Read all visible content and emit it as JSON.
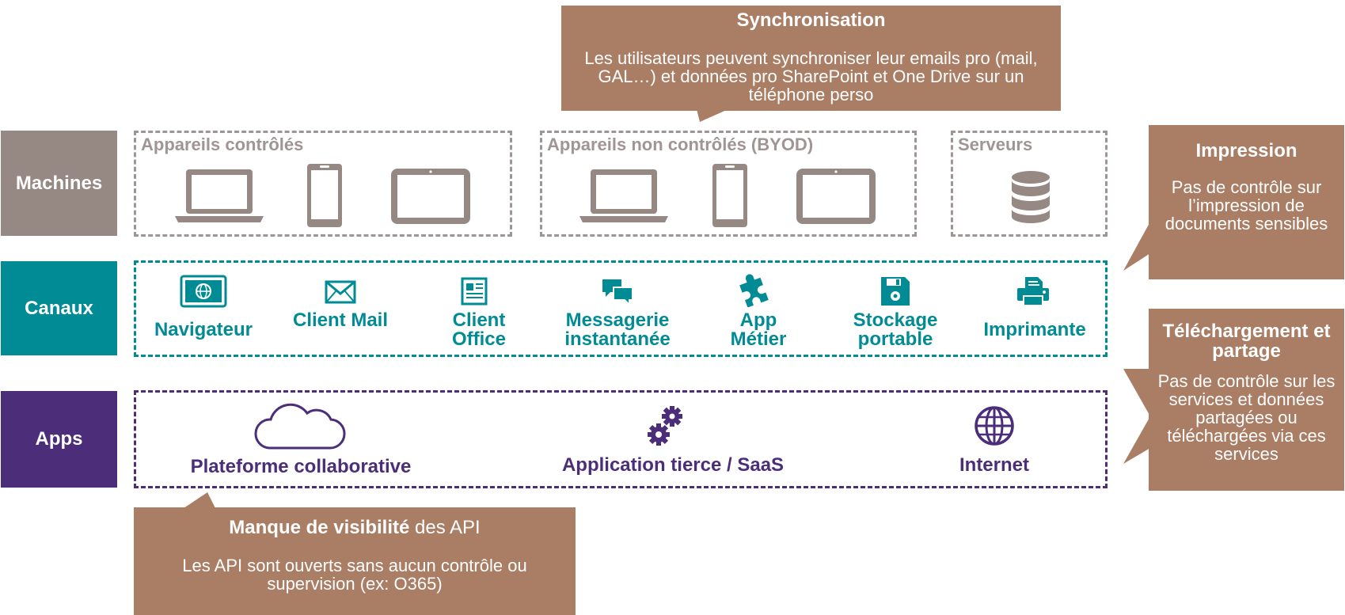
{
  "categories": {
    "machines": "Machines",
    "canaux": "Canaux",
    "apps": "Apps"
  },
  "machines": {
    "controlled": "Appareils contrôlés",
    "byod": "Appareils non contrôlés (BYOD)",
    "servers": "Serveurs"
  },
  "channels": [
    {
      "label": "Navigateur",
      "icon": "browser-icon"
    },
    {
      "label": "Client Mail",
      "icon": "mail-icon"
    },
    {
      "label": "Client\nOffice",
      "icon": "office-document-icon"
    },
    {
      "label": "Messagerie\ninstantanée",
      "icon": "chat-bubbles-icon"
    },
    {
      "label": "App\nMétier",
      "icon": "puzzle-icon"
    },
    {
      "label": "Stockage\nportable",
      "icon": "floppy-disk-icon"
    },
    {
      "label": "Imprimante",
      "icon": "printer-icon"
    }
  ],
  "apps": [
    {
      "label": "Plateforme collaborative",
      "icon": "cloud-icon"
    },
    {
      "label": "Application tierce / SaaS",
      "icon": "gears-icon"
    },
    {
      "label": "Internet",
      "icon": "globe-icon"
    }
  ],
  "callouts": {
    "sync": {
      "title": "Synchronisation",
      "text": "Les utilisateurs peuvent synchroniser leur emails pro (mail, GAL…) et données pro SharePoint et One Drive sur un téléphone perso"
    },
    "print": {
      "title": "Impression",
      "text": "Pas de contrôle sur l’impression de documents sensibles"
    },
    "download": {
      "title": "Téléchargement et partage",
      "text": "Pas de contrôle sur les services et données partagées ou téléchargées via ces services"
    },
    "api": {
      "title": "Manque de visibilité",
      "title_suffix": " des API",
      "text": "Les API sont ouverts sans aucun contrôle ou supervision (ex: O365)"
    }
  },
  "colors": {
    "machines": "#968882",
    "canaux": "#008b95",
    "apps": "#4b2d7a",
    "callout": "#aa7d65",
    "device": "#968882"
  }
}
